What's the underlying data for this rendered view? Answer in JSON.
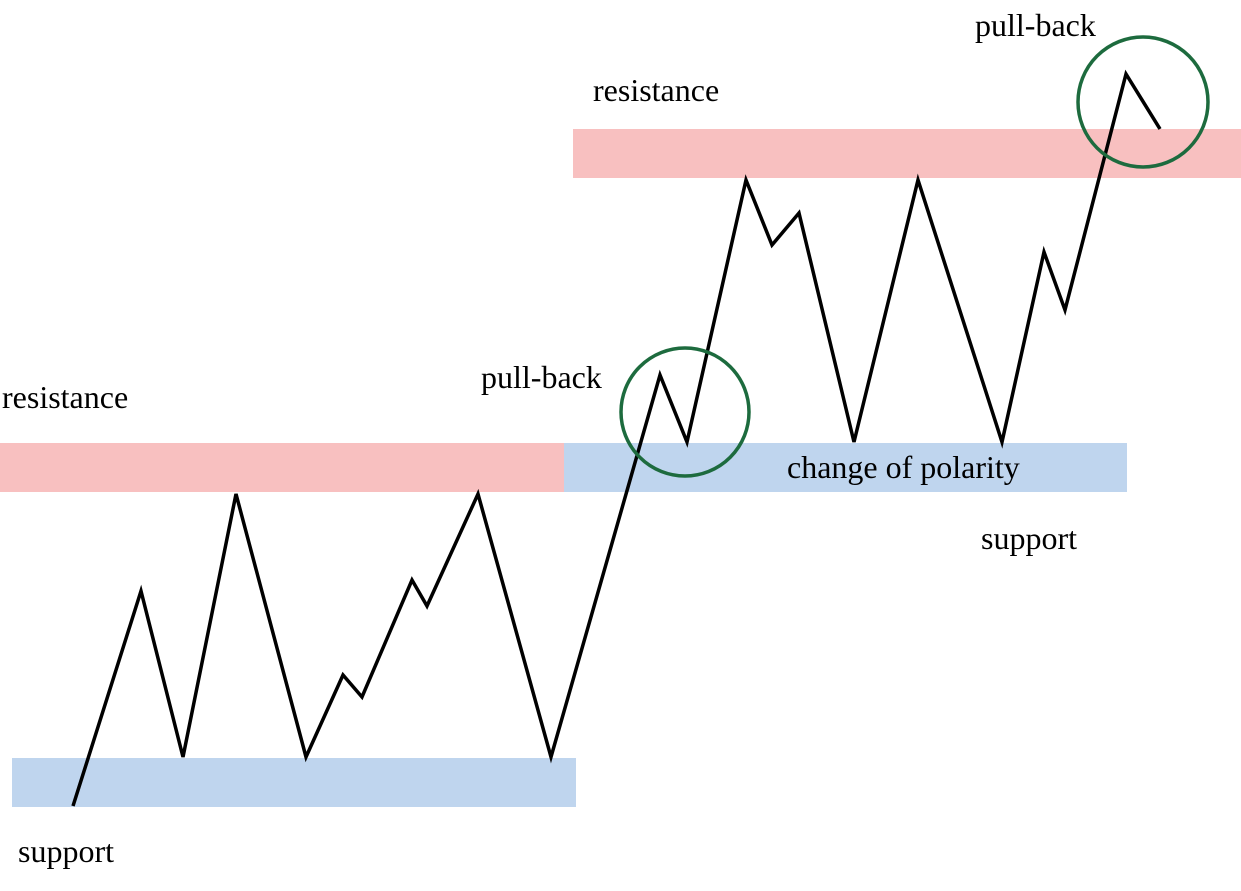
{
  "labels": {
    "resistance_low": "resistance",
    "resistance_high": "resistance",
    "support_low": "support",
    "support_high": "support",
    "pullback_1": "pull-back",
    "pullback_2": "pull-back",
    "change_of_polarity": "change of polarity"
  },
  "colors": {
    "resistance_band": "#f8c0c0",
    "support_band": "#bfd5ee",
    "price_line": "#000000",
    "pullback_circle": "#1d6b3e",
    "text": "#000000"
  }
}
